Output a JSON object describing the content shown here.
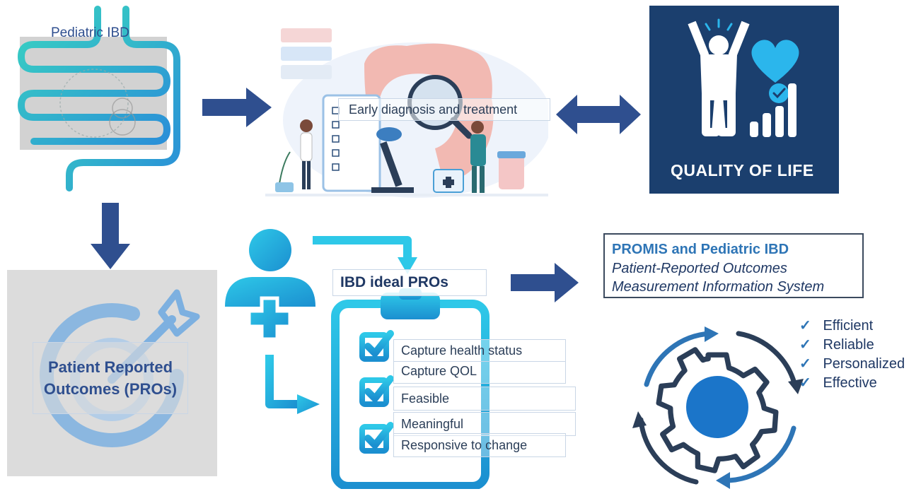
{
  "intestine_label": "Pediatric IBD",
  "diagnosis_label": "Early diagnosis and treatment",
  "qol": {
    "label": "QUALITY OF LIFE",
    "bg_color": "#1b3f6e",
    "icon": "person-heart-bars-icon"
  },
  "pros_label": "Patient Reported Outcomes (PROs)",
  "ideal_pros": {
    "title": "IBD ideal PROs",
    "items": [
      "Capture health status",
      "Capture QOL",
      "Feasible",
      "Meaningful",
      "Responsive to change"
    ]
  },
  "promis": {
    "title": "PROMIS and Pediatric IBD",
    "subtitle_line1": "Patient-Reported Outcomes",
    "subtitle_line2": "Measurement Information System"
  },
  "benefits": [
    "Efficient",
    "Reliable",
    "Personalized",
    "Effective"
  ],
  "colors": {
    "arrow": "#2f4f8f",
    "accent": "#2eb8e6",
    "navy": "#1f3864",
    "promis_blue": "#2e75b6"
  }
}
